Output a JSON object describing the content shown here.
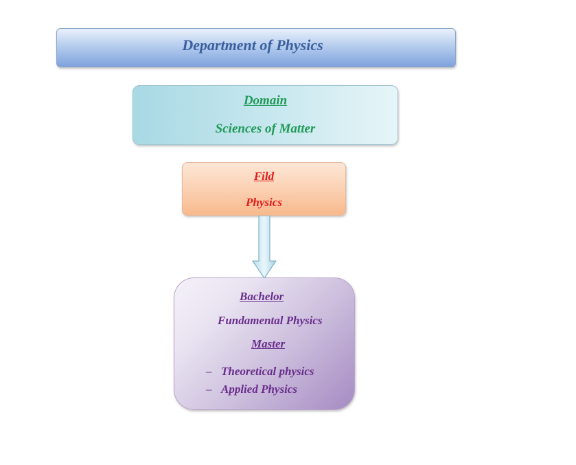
{
  "department": {
    "title": "Department of Physics"
  },
  "domain": {
    "heading": "Domain",
    "name": "Sciences of Matter"
  },
  "field": {
    "heading": "Fild",
    "name": "Physics"
  },
  "degrees": {
    "bachelor_heading": "Bachelor",
    "bachelor_program": "Fundamental Physics",
    "master_heading": "Master",
    "bullet_glyph": "–",
    "master_programs": [
      "Theoretical physics",
      "Applied Physics"
    ]
  },
  "colors": {
    "department_text": "#3a5f9c",
    "domain_text": "#1f9a57",
    "field_text": "#e21b1b",
    "degrees_text": "#6a2d8c",
    "arrow_fill": "#cfe8f2",
    "arrow_stroke": "#7fb2c8"
  }
}
